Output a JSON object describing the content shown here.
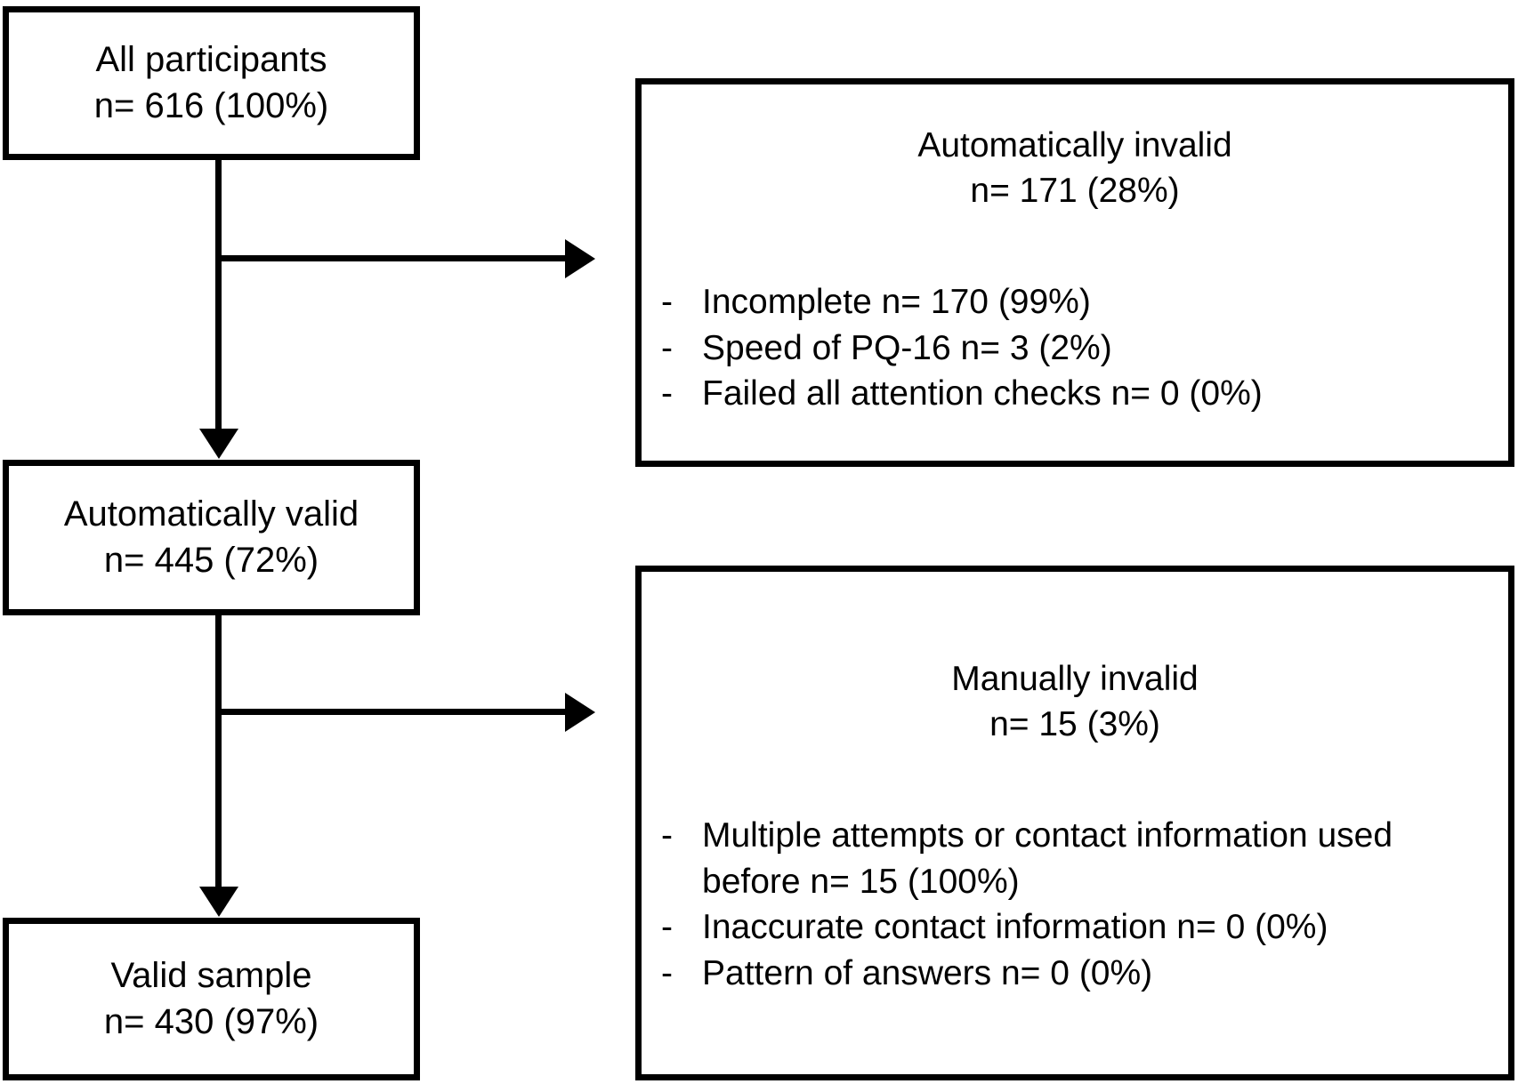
{
  "diagram": {
    "type": "participant-flow-chart",
    "nodes": {
      "all_participants": {
        "title": "All participants",
        "count": "n= 616 (100%)"
      },
      "automatically_valid": {
        "title": "Automatically valid",
        "count": "n= 445 (72%)"
      },
      "valid_sample": {
        "title": "Valid sample",
        "count": "n= 430 (97%)"
      },
      "automatically_invalid": {
        "title": "Automatically invalid",
        "count": "n= 171 (28%)",
        "bullet_marker": "-",
        "bullets": [
          "Incomplete n= 170 (99%)",
          "Speed of PQ-16 n= 3 (2%)",
          "Failed all attention checks n= 0 (0%)"
        ]
      },
      "manually_invalid": {
        "title": "Manually invalid",
        "count": "n= 15 (3%)",
        "bullet_marker": "-",
        "bullets": [
          "Multiple attempts or contact information used before n= 15 (100%)",
          "Inaccurate contact information n= 0 (0%)",
          "Pattern of answers n= 0 (0%)"
        ]
      }
    },
    "colors": {
      "stroke": "#000000",
      "fill": "#ffffff",
      "text": "#000000"
    }
  }
}
